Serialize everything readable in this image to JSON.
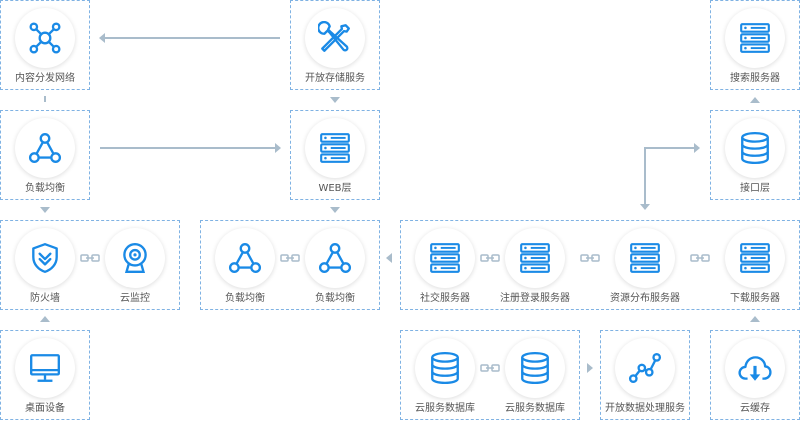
{
  "colors": {
    "accent": "#1a8ae6",
    "line": "#a9bccb",
    "border": "#7fb2e3"
  },
  "nodes": {
    "cdn": {
      "label": "内容分发网络",
      "icon": "network-icon"
    },
    "open_storage": {
      "label": "开放存储服务",
      "icon": "tools-icon"
    },
    "search_server": {
      "label": "搜索服务器",
      "icon": "server-icon"
    },
    "lb_top": {
      "label": "负载均衡",
      "icon": "load-balance-icon"
    },
    "web_layer": {
      "label": "WEB层",
      "icon": "server-icon"
    },
    "api_layer": {
      "label": "接口层",
      "icon": "database-icon"
    },
    "firewall": {
      "label": "防火墙",
      "icon": "shield-icon"
    },
    "cloud_monitor": {
      "label": "云监控",
      "icon": "webcam-icon"
    },
    "lb_mid_1": {
      "label": "负载均衡",
      "icon": "load-balance-icon"
    },
    "lb_mid_2": {
      "label": "负载均衡",
      "icon": "load-balance-icon"
    },
    "social_server": {
      "label": "社交服务器",
      "icon": "server-icon"
    },
    "register_server": {
      "label": "注册登录服务器",
      "icon": "server-icon"
    },
    "resource_server": {
      "label": "资源分布服务器",
      "icon": "server-icon"
    },
    "download_server": {
      "label": "下载服务器",
      "icon": "server-icon"
    },
    "desktop": {
      "label": "桌面设备",
      "icon": "monitor-icon"
    },
    "cloud_db_1": {
      "label": "云服务数据库",
      "icon": "database-icon"
    },
    "cloud_db_2": {
      "label": "云服务数据库",
      "icon": "database-icon"
    },
    "open_data": {
      "label": "开放数据处理服务",
      "icon": "data-chart-icon"
    },
    "cloud_cache": {
      "label": "云缓存",
      "icon": "cloud-download-icon"
    }
  }
}
